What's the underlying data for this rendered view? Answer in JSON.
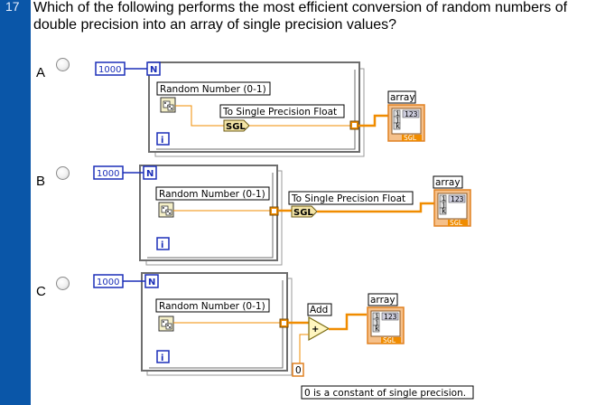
{
  "question": {
    "number": "17",
    "text_line1": "Which of the following performs the most efficient conversion of random numbers of",
    "text_line2": "double precision into an array of single precision values?"
  },
  "choices": [
    {
      "letter": "A",
      "selected": false
    },
    {
      "letter": "B",
      "selected": false
    },
    {
      "letter": "C",
      "selected": false
    }
  ],
  "diagram_labels": {
    "count": "1000",
    "n_terminal": "N",
    "i_terminal": "i",
    "random_number": "Random Number (0-1)",
    "to_sgl": "To Single Precision Float",
    "sgl_badge": "SGL",
    "array": "array",
    "indicator_value": "123",
    "indicator_type": "SGL",
    "index_i": "i",
    "index_j": "j",
    "index_k": "k",
    "add": "Add",
    "add_symbol": "+",
    "zero_constant": "0",
    "note": "0 is a constant of single precision."
  },
  "colors": {
    "question_bar": "#0a56a8",
    "numeric_wire": "#f08c00",
    "loop_border": "#6e6e6e",
    "terminal_blue": "#1b2fb8"
  }
}
